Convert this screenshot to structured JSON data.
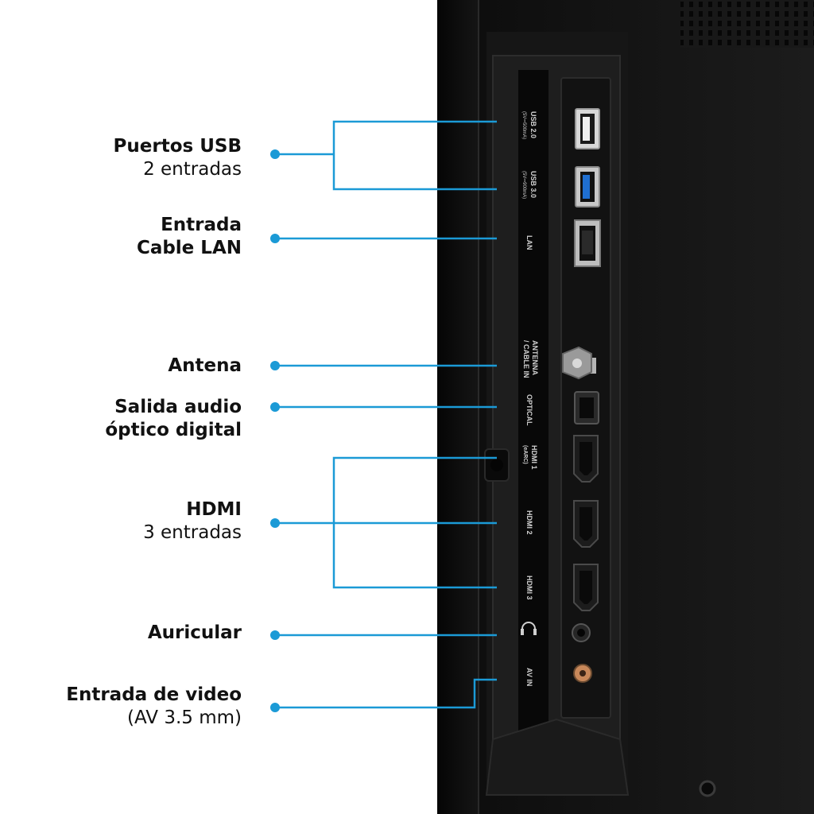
{
  "colors": {
    "accent": "#1b9ad6",
    "panel": "#1a1a1a",
    "text": "#111111"
  },
  "callouts": [
    {
      "id": "usb",
      "title": "Puertos USB",
      "sub": "2 entradas"
    },
    {
      "id": "lan",
      "title": "Entrada",
      "sub_bold": "Cable LAN"
    },
    {
      "id": "antenna",
      "title": "Antena"
    },
    {
      "id": "optical",
      "title": "Salida audio",
      "sub_bold": "óptico digital"
    },
    {
      "id": "hdmi",
      "title": "HDMI",
      "sub": "3 entradas"
    },
    {
      "id": "headphone",
      "title": "Auricular"
    },
    {
      "id": "av",
      "title": "Entrada de video",
      "sub": "(AV 3.5 mm)"
    }
  ],
  "panel_labels": {
    "usb2": "USB 2.0",
    "usb2_spec": "(5V⎓500mA)",
    "usb3": "USB 3.0",
    "usb3_spec": "(5V⎓900mA)",
    "lan": "LAN",
    "antenna": "ANTENNA",
    "cable_in": "/ CABLE IN",
    "optical": "OPTICAL",
    "hdmi1": "HDMI 1",
    "hdmi1_arc": "(eARC)",
    "hdmi2": "HDMI 2",
    "hdmi3": "HDMI 3",
    "av_in": "AV IN"
  }
}
